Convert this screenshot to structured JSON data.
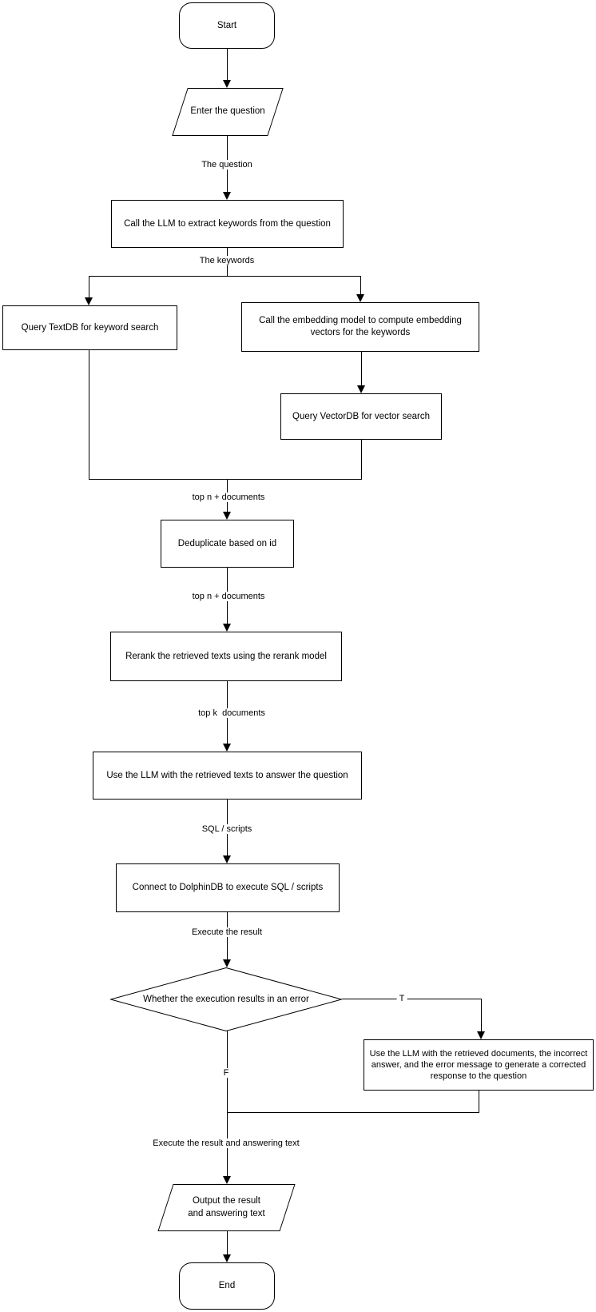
{
  "diagram": {
    "type": "flowchart",
    "background": "#ffffff",
    "stroke_color": "#000000",
    "node_fill": "#ffffff",
    "text_color": "#000000",
    "nodes": {
      "start": {
        "label": "Start",
        "shape": "terminator"
      },
      "enter_question": {
        "label": "Enter the question",
        "shape": "parallelogram"
      },
      "extract_keywords": {
        "label": "Call the LLM to extract keywords from the question",
        "shape": "process"
      },
      "query_textdb": {
        "label": "Query TextDB for keyword search",
        "shape": "process"
      },
      "embedding_model": {
        "label": "Call the embedding model to compute embedding vectors for the keywords",
        "shape": "process"
      },
      "query_vectordb": {
        "label": "Query VectorDB for vector search",
        "shape": "process"
      },
      "deduplicate": {
        "label": "Deduplicate based on id",
        "shape": "process"
      },
      "rerank": {
        "label": "Rerank the retrieved texts using the rerank model",
        "shape": "process"
      },
      "answer_question": {
        "label": "Use the LLM with the retrieved texts to answer the question",
        "shape": "process"
      },
      "connect_dolphindb": {
        "label": "Connect to DolphinDB to execute SQL / scripts",
        "shape": "process"
      },
      "error_check": {
        "label": "Whether the execution results in an error",
        "shape": "decision"
      },
      "correct_response": {
        "label": "Use the LLM with the retrieved documents, the incorrect answer, and the error message to generate a corrected response to the question",
        "shape": "process"
      },
      "output_result": {
        "label": "Output the result and answering text",
        "lines": [
          "Output the result",
          "and answering text"
        ],
        "shape": "parallelogram"
      },
      "end": {
        "label": "End",
        "shape": "terminator"
      }
    },
    "edge_labels": {
      "question": "The question",
      "keywords": "The keywords",
      "top_n_docs_1": "top n + documents",
      "top_n_docs_2": "top n + documents",
      "top_k_docs": "top k  documents",
      "sql_scripts": "SQL / scripts",
      "execute_result": "Execute the result",
      "true_branch": "T",
      "false_branch": "F",
      "execute_result_answering": "Execute the result and answering text"
    }
  }
}
